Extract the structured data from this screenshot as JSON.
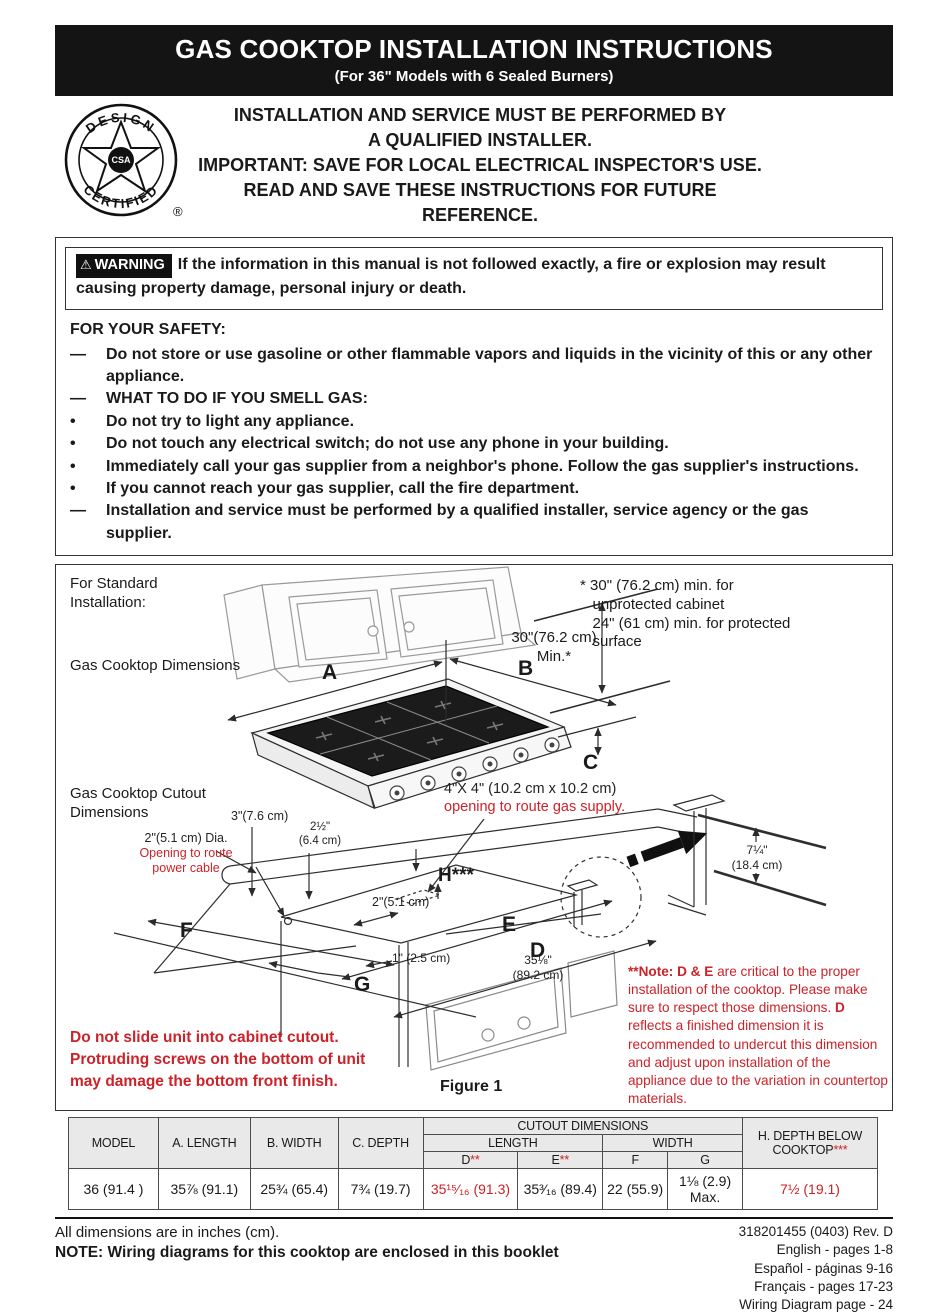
{
  "colors": {
    "red": "#cc2229"
  },
  "header": {
    "title": "GAS COOKTOP INSTALLATION INSTRUCTIONS",
    "subtitle": "(For 36\" Models with 6 Sealed Burners)"
  },
  "logo": {
    "arc_top": "DESIGN",
    "arc_bottom": "CERTIFIED",
    "monogram": "CSA",
    "registered": "®"
  },
  "intro": {
    "lines": [
      "INSTALLATION AND SERVICE MUST BE PERFORMED BY",
      "A QUALIFIED INSTALLER.",
      "IMPORTANT: SAVE FOR LOCAL ELECTRICAL INSPECTOR'S USE.",
      "READ AND SAVE THESE INSTRUCTIONS FOR FUTURE REFERENCE."
    ]
  },
  "warning": {
    "icon": "⚠",
    "badge": "WARNING",
    "text": "If the information in this manual is not followed exactly, a fire or explosion may result causing property damage, personal injury or death."
  },
  "safety": {
    "heading": "FOR YOUR SAFETY:",
    "items": [
      {
        "marker": "—",
        "text": "Do not store or use gasoline or other flammable vapors and liquids in the vicinity of this or any other appliance."
      },
      {
        "marker": "—",
        "text": "WHAT TO DO IF YOU SMELL GAS:"
      },
      {
        "marker": "•",
        "text": "Do not try to light any appliance."
      },
      {
        "marker": "•",
        "text": "Do not touch any electrical switch; do not use any phone in your building."
      },
      {
        "marker": "•",
        "text": "Immediately call your gas supplier from a neighbor's phone.  Follow the gas supplier's instructions."
      },
      {
        "marker": "•",
        "text": "If you cannot reach your gas supplier, call the fire department."
      },
      {
        "marker": "—",
        "text": "Installation and service must be performed by a qualified installer, service agency or the gas supplier."
      }
    ]
  },
  "figure": {
    "std_install": "For Standard\nInstallation:",
    "dims_label": "Gas Cooktop Dimensions",
    "cutout_label": "Gas Cooktop Cutout\nDimensions",
    "star_note": "* 30\" (76.2 cm) min. for\n   unprotected cabinet\n   24\" (61 cm) min. for protected\n   surface",
    "min_30": "30\"(76.2 cm)\nMin.*",
    "dim_a": "A",
    "dim_b": "B",
    "dim_c": "C",
    "gas_opening": "4\"X 4\" (10.2 cm x 10.2 cm)",
    "gas_opening_red": "opening to route gas supply.",
    "dim_3in": "3\"(7.6 cm)",
    "dim_2half": "2½\"\n(6.4 cm)",
    "power_opening": "2\"(5.1 cm) Dia.",
    "power_opening_red": "Opening to route\npower cable",
    "dim_h": "H***",
    "dim_2in": "2\"(5.1 cm)",
    "dim_e": "E",
    "dim_d": "D",
    "dim_f": "F",
    "dim_g": "G",
    "dim_1in": "1\" (2.5 cm)",
    "dim_35": "35⅛\"\n(89.2 cm)",
    "dim_7quarter": "7¼\"\n(18.4 cm)",
    "warn_red": "Do not slide unit into cabinet cutout.\nProtruding screws on the bottom of unit\nmay damage the bottom front finish.",
    "caption": "Figure 1",
    "note": {
      "bold1": "**Note: D & E ",
      "text1": "are critical to the proper installation of the cooktop. Please make sure to respect those dimensions. ",
      "bold2": "D ",
      "text2": "reflects a finished dimension it is recommended to undercut this dimension and adjust upon installation of the appliance due to the variation in countertop materials."
    }
  },
  "table": {
    "headers": {
      "model": "MODEL",
      "a": "A. LENGTH",
      "b": "B. WIDTH",
      "c": "C. DEPTH",
      "cutout": "CUTOUT DIMENSIONS",
      "length": "LENGTH",
      "width": "WIDTH",
      "d": "D",
      "d_stars": "**",
      "e": "E",
      "e_stars": "**",
      "f": "F",
      "g": "G",
      "h": "H. DEPTH BELOW\nCOOKTOP",
      "h_stars": "***"
    },
    "row": [
      "36 (91.4 )",
      "35⅞ (91.1)",
      "25¾ (65.4)",
      "7¾ (19.7)",
      "35¹⁵⁄₁₆ (91.3)",
      "35³⁄₁₆ (89.4)",
      "22 (55.9)",
      "1⅛ (2.9) Max.",
      "7½ (19.1)"
    ]
  },
  "footer": {
    "left_line1": "All dimensions are in inches (cm).",
    "left_line2": "NOTE: Wiring diagrams for this cooktop are enclosed in this booklet",
    "right_lines": [
      "318201455 (0403) Rev. D",
      "English - pages 1-8",
      "Español - páginas 9-16",
      "Français - pages 17-23",
      "Wiring Diagram page - 24"
    ]
  }
}
